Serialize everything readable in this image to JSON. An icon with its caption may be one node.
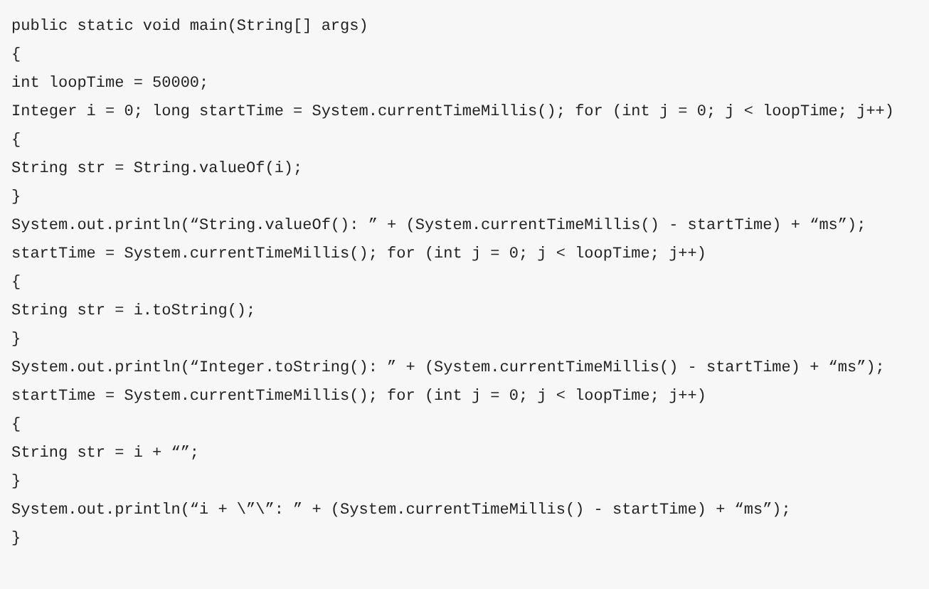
{
  "diagram": {
    "labels": [
      "public static void main(String[] args)",
      "{",
      "int loopTime = 50000;",
      "Integer i = 0; long startTime = System.currentTimeMillis(); for (int j = 0; j < loopTime; j++)",
      "{",
      "String str = String.valueOf(i);",
      "}",
      "System.out.println(“String.valueOf(): ” + (System.currentTimeMillis() - startTime) + “ms”);",
      "startTime = System.currentTimeMillis(); for (int j = 0; j < loopTime; j++)",
      "{",
      "String str = i.toString();",
      "}",
      "System.out.println(“Integer.toString(): ” + (System.currentTimeMillis() - startTime) + “ms”);",
      "startTime = System.currentTimeMillis(); for (int j = 0; j < loopTime; j++)",
      "{",
      "String str = i + “”;",
      "}",
      "System.out.println(“i + \\”\\”: ” + (System.currentTimeMillis() - startTime) + “ms”);",
      "}"
    ]
  }
}
